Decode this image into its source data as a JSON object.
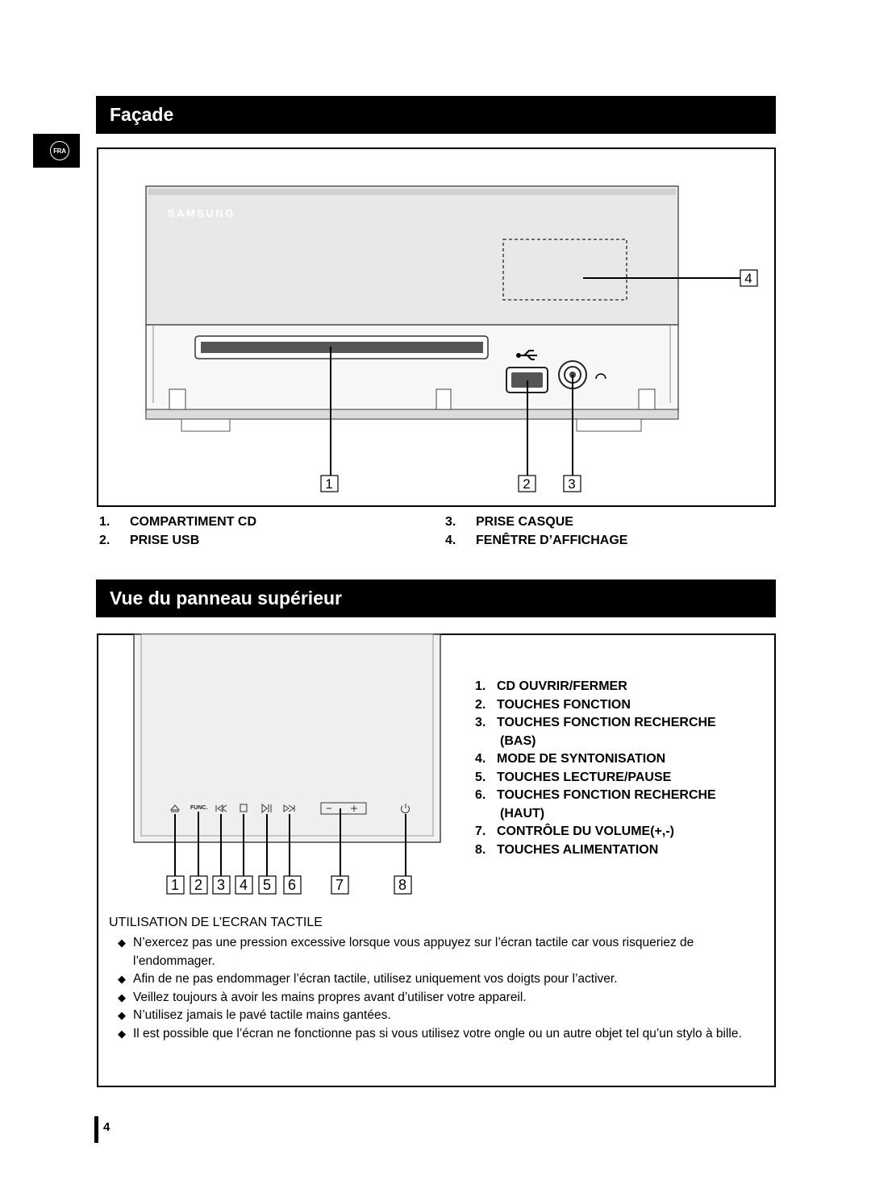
{
  "lang_badge": "FRA",
  "facade": {
    "title": "Façade",
    "brand": "SAMSUNG",
    "callouts": [
      "1",
      "2",
      "3",
      "4"
    ],
    "legend": [
      {
        "num": "1.",
        "label": "COMPARTIMENT CD"
      },
      {
        "num": "2.",
        "label": "PRISE USB"
      },
      {
        "num": "3.",
        "label": "PRISE CASQUE"
      },
      {
        "num": "4.",
        "label": "FENÊTRE D’AFFICHAGE"
      }
    ]
  },
  "top_panel": {
    "title": "Vue du panneau supérieur",
    "func_label": "FUNC.",
    "callouts": [
      "1",
      "2",
      "3",
      "4",
      "5",
      "6",
      "7",
      "8"
    ],
    "items": [
      {
        "num": "1.",
        "label": "CD OUVRIR/FERMER"
      },
      {
        "num": "2.",
        "label": "TOUCHES FONCTION"
      },
      {
        "num": "3.",
        "label": "TOUCHES FONCTION RECHERCHE",
        "cont": "(BAS)"
      },
      {
        "num": "4.",
        "label": "MODE DE SYNTONISATION"
      },
      {
        "num": "5.",
        "label": "TOUCHES LECTURE/PAUSE"
      },
      {
        "num": "6.",
        "label": "TOUCHES FONCTION RECHERCHE",
        "cont": "(HAUT)"
      },
      {
        "num": "7.",
        "label": "CONTRÔLE DU VOLUME(+,-)"
      },
      {
        "num": "8.",
        "label": "TOUCHES ALIMENTATION"
      }
    ],
    "touch_title": "UTILISATION DE L’ECRAN TACTILE",
    "bullets": [
      "N’exercez pas une pression excessive lorsque vous appuyez sur l’écran tactile car vous risqueriez de l’endommager.",
      "Afin de ne pas endommager l’écran tactile, utilisez uniquement vos doigts pour l’activer.",
      "Veillez toujours à avoir les mains propres avant d’utiliser votre appareil.",
      "N’utilisez jamais le pavé tactile mains gantées.",
      "Il est possible que l’écran ne fonctionne pas si vous utilisez votre ongle ou un autre objet tel qu’un stylo à bille."
    ]
  },
  "page_number": "4"
}
